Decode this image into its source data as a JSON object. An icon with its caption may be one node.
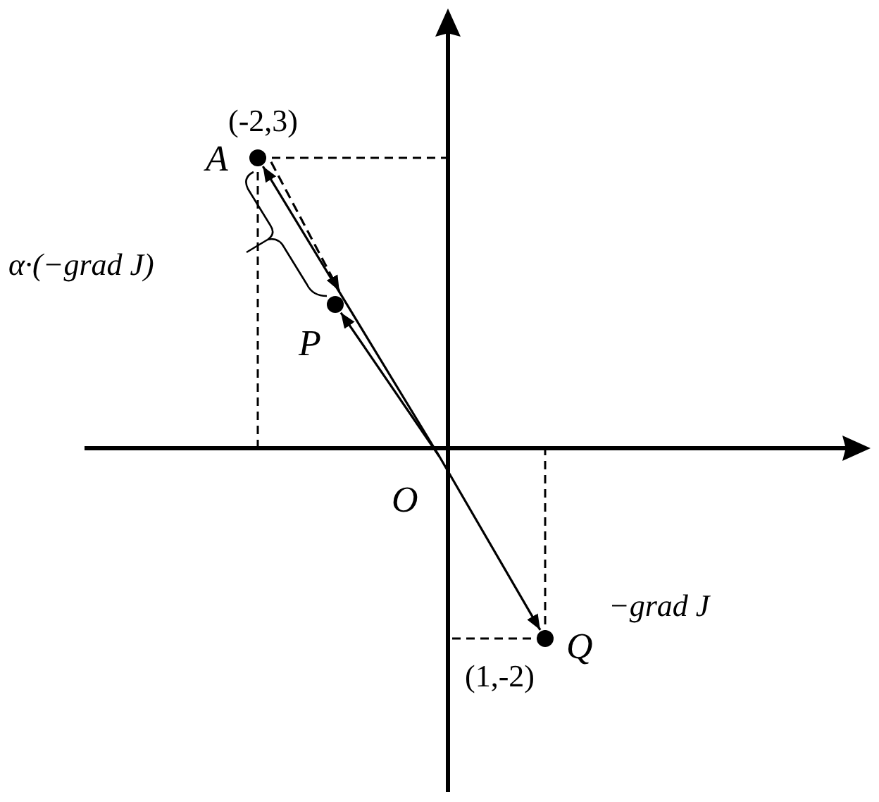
{
  "diagram": {
    "nodes": [
      {
        "text": [
          "A"
        ],
        "beside": [
          "(-2,3)"
        ]
      },
      {
        "text": [
          "P"
        ]
      },
      {
        "text": [
          "O"
        ]
      },
      {
        "text": [
          "Q"
        ],
        "beside": [
          "(1,-2)"
        ]
      }
    ],
    "edges": [
      {
        "from": 2,
        "to": 0,
        "arrow": "to"
      },
      {
        "from": 0,
        "to": 1,
        "arrow": "to",
        "style": "dashed",
        "label": "α·(−grad J)"
      },
      {
        "from": 2,
        "to": 1,
        "arrow": "to"
      },
      {
        "from": 2,
        "to": 3,
        "arrow": "to",
        "label": "−grad J"
      }
    ]
  }
}
